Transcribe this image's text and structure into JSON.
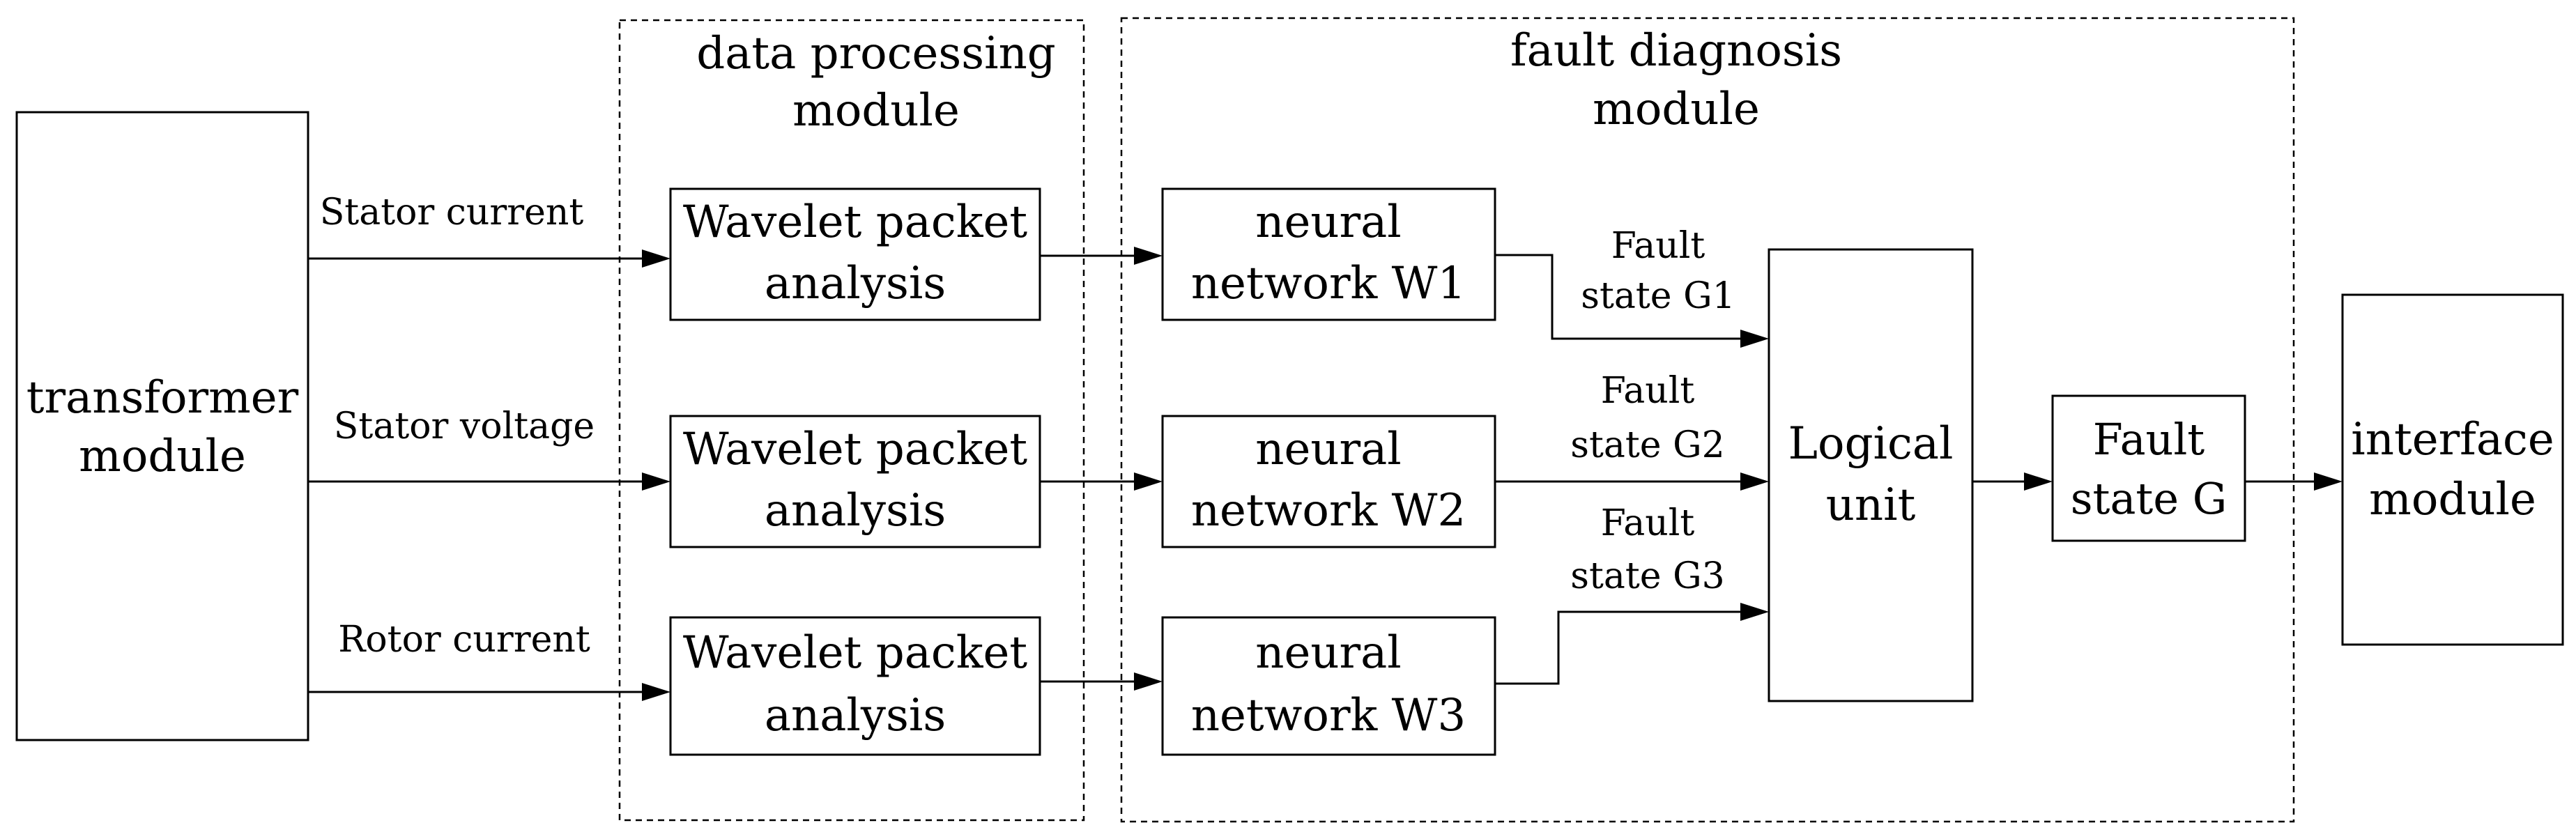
{
  "groups": {
    "data_processing": {
      "title_line1": "data processing",
      "title_line2": "module"
    },
    "fault_diagnosis": {
      "title_line1": "fault diagnosis",
      "title_line2": "module"
    }
  },
  "blocks": {
    "transformer": {
      "line1": "transformer",
      "line2": "module"
    },
    "wavelet_1": {
      "line1": "Wavelet packet",
      "line2": "analysis"
    },
    "wavelet_2": {
      "line1": "Wavelet packet",
      "line2": "analysis"
    },
    "wavelet_3": {
      "line1": "Wavelet packet",
      "line2": "analysis"
    },
    "neural_1": {
      "line1": "neural",
      "line2": "network W1"
    },
    "neural_2": {
      "line1": "neural",
      "line2": "network W2"
    },
    "neural_3": {
      "line1": "neural",
      "line2": "network W3"
    },
    "logical_unit": {
      "line1": "Logical",
      "line2": "unit"
    },
    "fault_state": {
      "line1": "Fault",
      "line2": "state G"
    },
    "interface": {
      "line1": "interface",
      "line2": "module"
    }
  },
  "signals": {
    "stator_current": "Stator current",
    "stator_voltage": "Stator voltage",
    "rotor_current": "Rotor current"
  },
  "states": {
    "g1": {
      "line1": "Fault",
      "line2": "state G1"
    },
    "g2": {
      "line1": "Fault",
      "line2": "state G2"
    },
    "g3": {
      "line1": "Fault",
      "line2": "state G3"
    }
  }
}
